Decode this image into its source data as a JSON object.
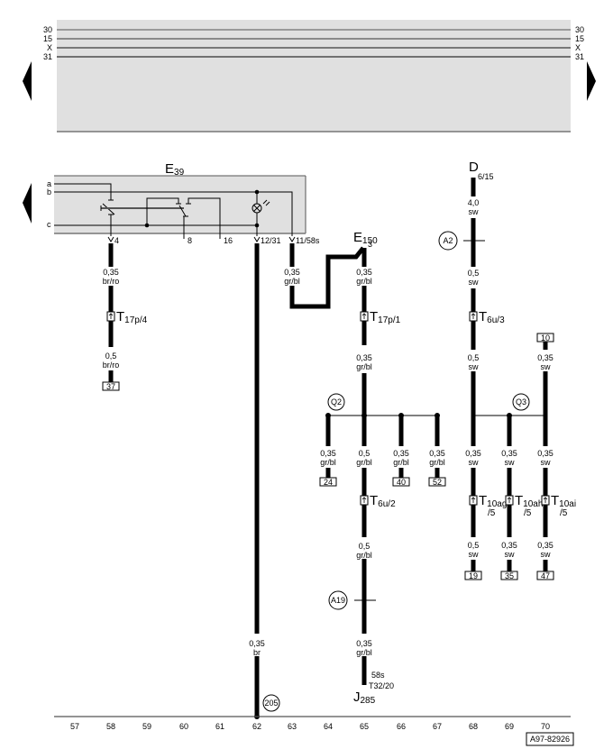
{
  "rails": {
    "labels_left": [
      "30",
      "15",
      "X",
      "31"
    ],
    "labels_right": [
      "30",
      "15",
      "X",
      "31"
    ]
  },
  "navigation": {
    "prev_page": "previous-page-arrow",
    "next_page": "next-page-arrow"
  },
  "components": {
    "E39": {
      "letter": "E",
      "sub": "39",
      "inputs": [
        "a",
        "b",
        "c"
      ],
      "pins": [
        "4",
        "8",
        "16",
        "12/31",
        "11/58s"
      ]
    },
    "E150": {
      "letter": "E",
      "sub": "150",
      "pin": "3"
    },
    "D": {
      "letter": "D",
      "pin": "6/15"
    },
    "J285": {
      "letter": "J",
      "sub": "285",
      "pin_top": "58s",
      "pin_bottom": "T32/20"
    }
  },
  "wires": {
    "w58_a": {
      "size": "0,35",
      "color": "br/ro"
    },
    "w58_b": {
      "size": "0,5",
      "color": "br/ro"
    },
    "w62": {
      "size": "0,35",
      "color": "br"
    },
    "w63": {
      "size": "0,35",
      "color": "gr/bl"
    },
    "w65_a": {
      "size": "0,35",
      "color": "gr/bl"
    },
    "w65_b": {
      "size": "0,35",
      "color": "gr/bl"
    },
    "w64_q": {
      "size": "0,35",
      "color": "gr/bl"
    },
    "w65_q": {
      "size": "0,5",
      "color": "gr/bl"
    },
    "w66_q": {
      "size": "0,35",
      "color": "gr/bl"
    },
    "w67_q": {
      "size": "0,35",
      "color": "gr/bl"
    },
    "w65_c": {
      "size": "0,5",
      "color": "gr/bl"
    },
    "w65_d": {
      "size": "0,35",
      "color": "gr/bl"
    },
    "w68_a": {
      "size": "4,0",
      "color": "sw"
    },
    "w68_b": {
      "size": "0,5",
      "color": "sw"
    },
    "w68_c": {
      "size": "0,5",
      "color": "sw"
    },
    "w70_a": {
      "size": "0,35",
      "color": "sw"
    },
    "w68_q": {
      "size": "0,35",
      "color": "sw"
    },
    "w69_q": {
      "size": "0,35",
      "color": "sw"
    },
    "w70_q": {
      "size": "0,35",
      "color": "sw"
    },
    "w68_d": {
      "size": "0,5",
      "color": "sw"
    },
    "w69_d": {
      "size": "0,35",
      "color": "sw"
    },
    "w70_d": {
      "size": "0,35",
      "color": "sw"
    }
  },
  "connectors": {
    "T17p4": {
      "main": "T",
      "sub": "17p/4"
    },
    "T17p1": {
      "main": "T",
      "sub": "17p/1"
    },
    "T6u2": {
      "main": "T",
      "sub": "6u/2"
    },
    "T6u3": {
      "main": "T",
      "sub": "6u/3"
    },
    "T10ag": {
      "main": "T",
      "sub": "10ag",
      "sub2": "/5"
    },
    "T10ah": {
      "main": "T",
      "sub": "10ah",
      "sub2": "/5"
    },
    "T10ai": {
      "main": "T",
      "sub": "10ai",
      "sub2": "/5"
    }
  },
  "circles": {
    "A2": "A2",
    "Q2": "Q2",
    "Q3": "Q3",
    "A19": "A19",
    "g205": "205"
  },
  "references": {
    "r37": "37",
    "r24": "24",
    "r40": "40",
    "r52": "52",
    "r10": "10",
    "r19": "19",
    "r35": "35",
    "r47": "47"
  },
  "columns": [
    "57",
    "58",
    "59",
    "60",
    "61",
    "62",
    "63",
    "64",
    "65",
    "66",
    "67",
    "68",
    "69",
    "70"
  ],
  "footer": {
    "figure_id": "A97-82926"
  }
}
